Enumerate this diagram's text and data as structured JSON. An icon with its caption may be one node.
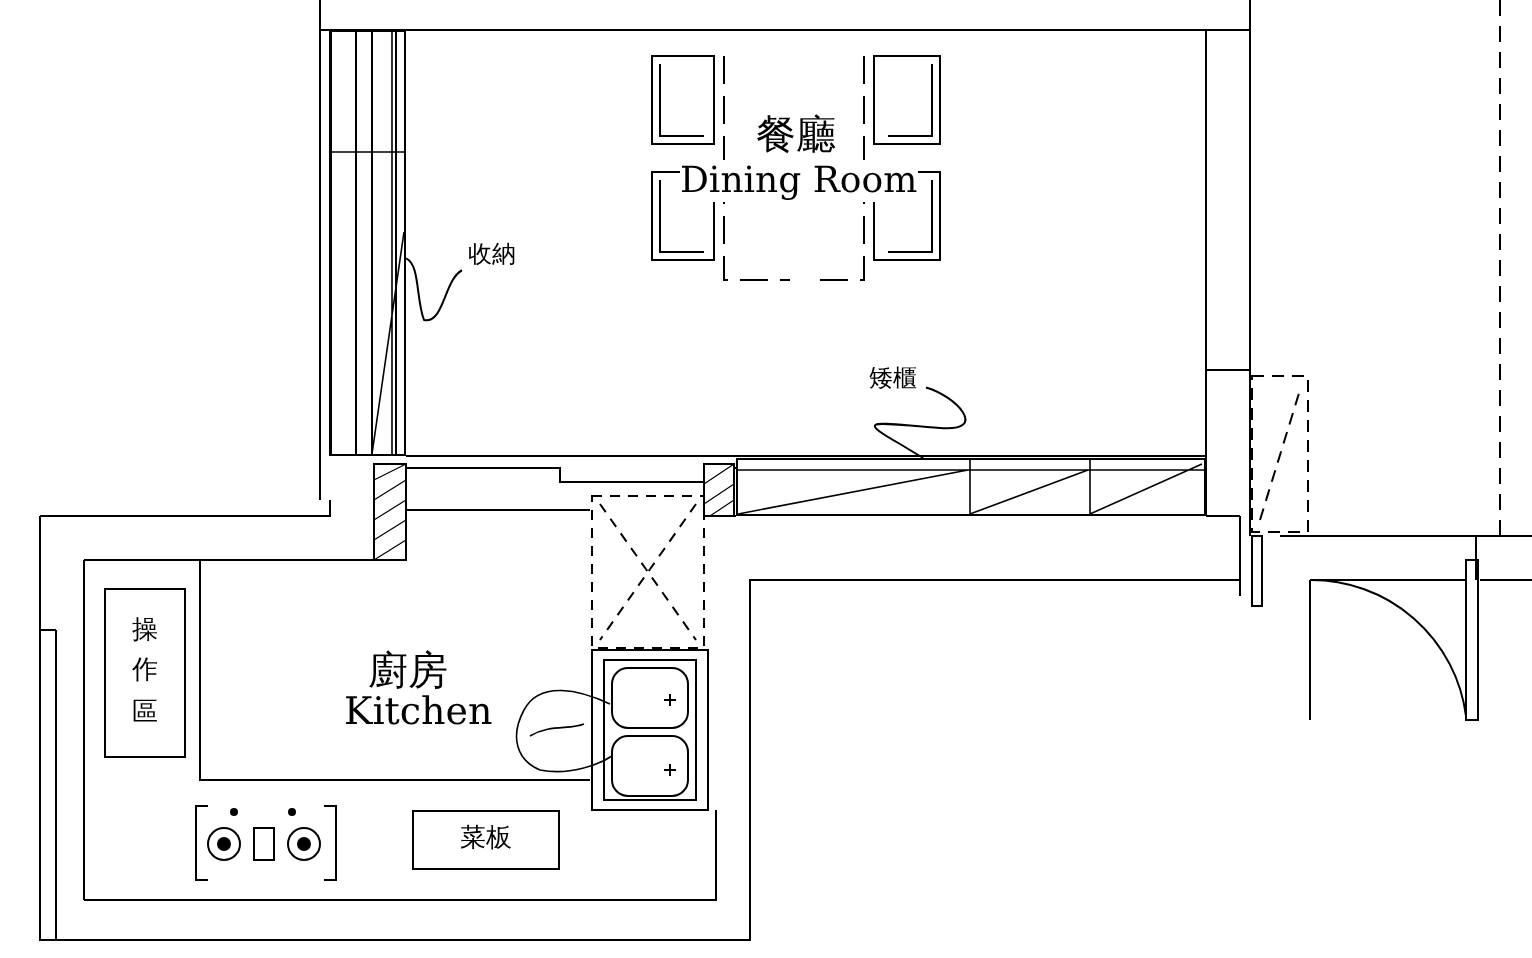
{
  "diagram": {
    "nodes": [
      {
        "text": [
          "操作區"
        ]
      },
      {
        "text": [
          "菜板"
        ]
      },
      {
        "text": [
          "收納"
        ]
      },
      {
        "text": [],
        "shape": "box"
      },
      {
        "text": [
          "矮櫃"
        ]
      },
      {
        "text": [],
        "shape": "box"
      }
    ],
    "edges": [
      {
        "from": 2,
        "to": 3,
        "arrow": "none"
      },
      {
        "from": 4,
        "to": 5,
        "arrow": "none"
      }
    ],
    "labels": [
      "餐廳",
      "Dining Room",
      "廚房",
      "Kitchen"
    ]
  }
}
